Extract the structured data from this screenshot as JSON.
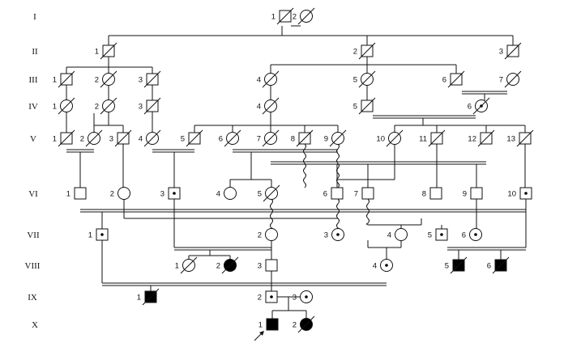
{
  "generations": [
    {
      "label": "I"
    },
    {
      "label": "II"
    },
    {
      "label": "III"
    },
    {
      "label": "IV"
    },
    {
      "label": "V"
    },
    {
      "label": "VI"
    },
    {
      "label": "VII"
    },
    {
      "label": "VIII"
    },
    {
      "label": "IX"
    },
    {
      "label": "X"
    }
  ],
  "individuals": [
    {
      "id": "I-1",
      "gen": 0,
      "label": "1",
      "sex": "male",
      "status": "deceased"
    },
    {
      "id": "I-2",
      "gen": 0,
      "label": "2",
      "sex": "female",
      "status": "deceased"
    },
    {
      "id": "II-1",
      "gen": 1,
      "label": "1",
      "sex": "male",
      "status": "deceased"
    },
    {
      "id": "II-2",
      "gen": 1,
      "label": "2",
      "sex": "male",
      "status": "deceased"
    },
    {
      "id": "II-3",
      "gen": 1,
      "label": "3",
      "sex": "male",
      "status": "deceased"
    },
    {
      "id": "III-1",
      "gen": 2,
      "label": "1",
      "sex": "male",
      "status": "deceased"
    },
    {
      "id": "III-2",
      "gen": 2,
      "label": "2",
      "sex": "female",
      "status": "deceased"
    },
    {
      "id": "III-3",
      "gen": 2,
      "label": "3",
      "sex": "male",
      "status": "deceased"
    },
    {
      "id": "III-4",
      "gen": 2,
      "label": "4",
      "sex": "female",
      "status": "deceased"
    },
    {
      "id": "III-5",
      "gen": 2,
      "label": "5",
      "sex": "female",
      "status": "deceased"
    },
    {
      "id": "III-6",
      "gen": 2,
      "label": "6",
      "sex": "male",
      "status": "deceased"
    },
    {
      "id": "III-7",
      "gen": 2,
      "label": "7",
      "sex": "female",
      "status": "deceased"
    },
    {
      "id": "IV-1",
      "gen": 3,
      "label": "1",
      "sex": "female",
      "status": "deceased"
    },
    {
      "id": "IV-2",
      "gen": 3,
      "label": "2",
      "sex": "female",
      "status": "deceased"
    },
    {
      "id": "IV-3",
      "gen": 3,
      "label": "3",
      "sex": "male",
      "status": "deceased"
    },
    {
      "id": "IV-4",
      "gen": 3,
      "label": "4",
      "sex": "female",
      "status": "deceased"
    },
    {
      "id": "IV-5",
      "gen": 3,
      "label": "5",
      "sex": "male",
      "status": "deceased"
    },
    {
      "id": "IV-6",
      "gen": 3,
      "label": "6",
      "sex": "female",
      "status": "deceased-carrier"
    },
    {
      "id": "V-1",
      "gen": 4,
      "label": "1",
      "sex": "male",
      "status": "deceased"
    },
    {
      "id": "V-2",
      "gen": 4,
      "label": "2",
      "sex": "female",
      "status": "deceased"
    },
    {
      "id": "V-3",
      "gen": 4,
      "label": "3",
      "sex": "male",
      "status": "deceased"
    },
    {
      "id": "V-4",
      "gen": 4,
      "label": "4",
      "sex": "female",
      "status": "deceased"
    },
    {
      "id": "V-5",
      "gen": 4,
      "label": "5",
      "sex": "male",
      "status": "deceased"
    },
    {
      "id": "V-6",
      "gen": 4,
      "label": "6",
      "sex": "female",
      "status": "deceased"
    },
    {
      "id": "V-7",
      "gen": 4,
      "label": "7",
      "sex": "female",
      "status": "deceased"
    },
    {
      "id": "V-8",
      "gen": 4,
      "label": "8",
      "sex": "male",
      "status": "deceased"
    },
    {
      "id": "V-9",
      "gen": 4,
      "label": "9",
      "sex": "female",
      "status": "deceased"
    },
    {
      "id": "V-10",
      "gen": 4,
      "label": "10",
      "sex": "female",
      "status": "deceased"
    },
    {
      "id": "V-11",
      "gen": 4,
      "label": "11",
      "sex": "male",
      "status": "deceased"
    },
    {
      "id": "V-12",
      "gen": 4,
      "label": "12",
      "sex": "male",
      "status": "deceased"
    },
    {
      "id": "V-13",
      "gen": 4,
      "label": "13",
      "sex": "male",
      "status": "deceased"
    },
    {
      "id": "VI-1",
      "gen": 5,
      "label": "1",
      "sex": "male",
      "status": "normal"
    },
    {
      "id": "VI-2",
      "gen": 5,
      "label": "2",
      "sex": "female",
      "status": "normal"
    },
    {
      "id": "VI-3",
      "gen": 5,
      "label": "3",
      "sex": "male",
      "status": "carrier"
    },
    {
      "id": "VI-4",
      "gen": 5,
      "label": "4",
      "sex": "female",
      "status": "normal"
    },
    {
      "id": "VI-5",
      "gen": 5,
      "label": "5",
      "sex": "female",
      "status": "deceased"
    },
    {
      "id": "VI-6",
      "gen": 5,
      "label": "6",
      "sex": "male",
      "status": "normal"
    },
    {
      "id": "VI-7",
      "gen": 5,
      "label": "7",
      "sex": "male",
      "status": "normal"
    },
    {
      "id": "VI-8",
      "gen": 5,
      "label": "8",
      "sex": "male",
      "status": "normal"
    },
    {
      "id": "VI-9",
      "gen": 5,
      "label": "9",
      "sex": "male",
      "status": "normal"
    },
    {
      "id": "VI-10",
      "gen": 5,
      "label": "10",
      "sex": "male",
      "status": "carrier"
    },
    {
      "id": "VII-1",
      "gen": 6,
      "label": "1",
      "sex": "male",
      "status": "carrier"
    },
    {
      "id": "VII-2",
      "gen": 6,
      "label": "2",
      "sex": "female",
      "status": "normal"
    },
    {
      "id": "VII-3",
      "gen": 6,
      "label": "3",
      "sex": "female",
      "status": "carrier"
    },
    {
      "id": "VII-4",
      "gen": 6,
      "label": "4",
      "sex": "female",
      "status": "normal"
    },
    {
      "id": "VII-5",
      "gen": 6,
      "label": "5",
      "sex": "male",
      "status": "carrier"
    },
    {
      "id": "VII-6",
      "gen": 6,
      "label": "6",
      "sex": "female",
      "status": "carrier"
    },
    {
      "id": "VIII-1",
      "gen": 7,
      "label": "1",
      "sex": "female",
      "status": "deceased"
    },
    {
      "id": "VIII-2",
      "gen": 7,
      "label": "2",
      "sex": "female",
      "status": "affected-deceased"
    },
    {
      "id": "VIII-3",
      "gen": 7,
      "label": "3",
      "sex": "male",
      "status": "normal"
    },
    {
      "id": "VIII-4",
      "gen": 7,
      "label": "4",
      "sex": "female",
      "status": "carrier"
    },
    {
      "id": "VIII-5",
      "gen": 7,
      "label": "5",
      "sex": "male",
      "status": "affected-deceased"
    },
    {
      "id": "VIII-6",
      "gen": 7,
      "label": "6",
      "sex": "male",
      "status": "affected-deceased"
    },
    {
      "id": "IX-1",
      "gen": 8,
      "label": "1",
      "sex": "male",
      "status": "affected-deceased"
    },
    {
      "id": "IX-2",
      "gen": 8,
      "label": "2",
      "sex": "male",
      "status": "carrier"
    },
    {
      "id": "IX-3",
      "gen": 8,
      "label": "3",
      "sex": "female",
      "status": "carrier"
    },
    {
      "id": "X-1",
      "gen": 9,
      "label": "1",
      "sex": "male",
      "status": "affected",
      "proband": true
    },
    {
      "id": "X-2",
      "gen": 9,
      "label": "2",
      "sex": "female",
      "status": "affected-deceased"
    }
  ],
  "colors": {
    "line": "#111111",
    "affected": "#000000",
    "background": "#ffffff"
  }
}
